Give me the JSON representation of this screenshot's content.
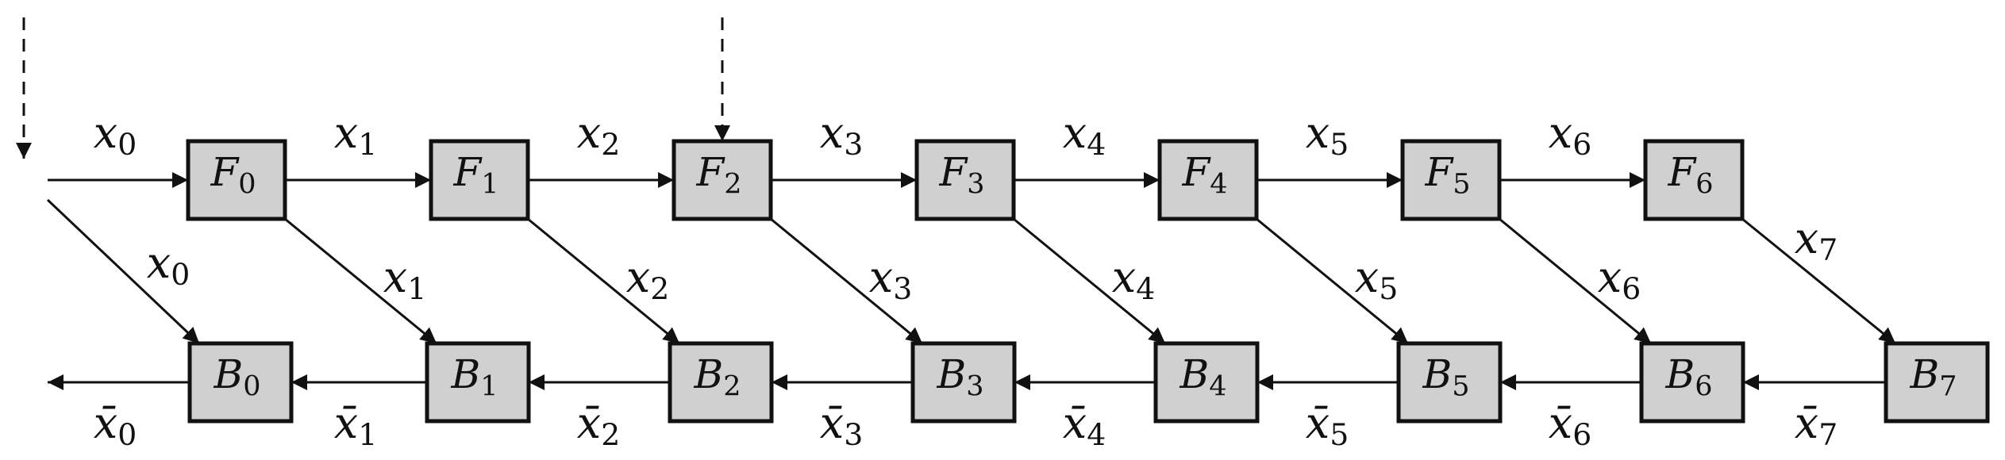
{
  "forward_nodes": [
    {
      "base": "F",
      "sub": "0"
    },
    {
      "base": "F",
      "sub": "1"
    },
    {
      "base": "F",
      "sub": "2"
    },
    {
      "base": "F",
      "sub": "3"
    },
    {
      "base": "F",
      "sub": "4"
    },
    {
      "base": "F",
      "sub": "5"
    },
    {
      "base": "F",
      "sub": "6"
    }
  ],
  "backward_nodes": [
    {
      "base": "B",
      "sub": "0"
    },
    {
      "base": "B",
      "sub": "1"
    },
    {
      "base": "B",
      "sub": "2"
    },
    {
      "base": "B",
      "sub": "3"
    },
    {
      "base": "B",
      "sub": "4"
    },
    {
      "base": "B",
      "sub": "5"
    },
    {
      "base": "B",
      "sub": "6"
    },
    {
      "base": "B",
      "sub": "7"
    }
  ],
  "forward_edge_labels": [
    {
      "base": "x",
      "sub": "0"
    },
    {
      "base": "x",
      "sub": "1"
    },
    {
      "base": "x",
      "sub": "2"
    },
    {
      "base": "x",
      "sub": "3"
    },
    {
      "base": "x",
      "sub": "4"
    },
    {
      "base": "x",
      "sub": "5"
    },
    {
      "base": "x",
      "sub": "6"
    }
  ],
  "diagonal_edge_labels": [
    {
      "base": "x",
      "sub": "0"
    },
    {
      "base": "x",
      "sub": "1"
    },
    {
      "base": "x",
      "sub": "2"
    },
    {
      "base": "x",
      "sub": "3"
    },
    {
      "base": "x",
      "sub": "4"
    },
    {
      "base": "x",
      "sub": "5"
    },
    {
      "base": "x",
      "sub": "6"
    },
    {
      "base": "x",
      "sub": "7"
    }
  ],
  "backward_edge_labels": [
    {
      "base": "x̄",
      "sub": "0"
    },
    {
      "base": "x̄",
      "sub": "1"
    },
    {
      "base": "x̄",
      "sub": "2"
    },
    {
      "base": "x̄",
      "sub": "3"
    },
    {
      "base": "x̄",
      "sub": "4"
    },
    {
      "base": "x̄",
      "sub": "5"
    },
    {
      "base": "x̄",
      "sub": "6"
    },
    {
      "base": "x̄",
      "sub": "7"
    }
  ],
  "dashed_input_targets": [
    "start",
    "F2"
  ]
}
